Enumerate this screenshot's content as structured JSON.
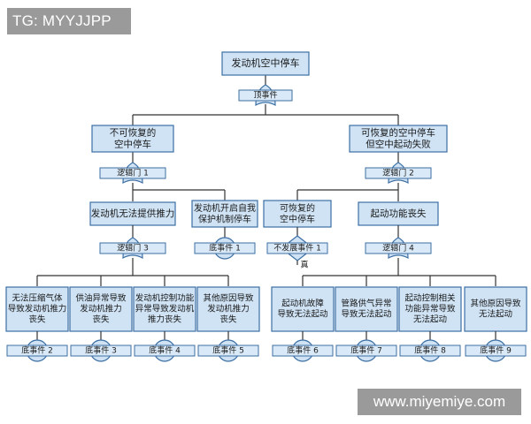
{
  "badge": "TG: MYYJJPP",
  "watermark": "www.miyemiye.com",
  "colors": {
    "box_fill": "#cfe3f5",
    "box_stroke": "#3d6fa3",
    "line": "#333333",
    "band_fill": "#d9e9f7"
  },
  "tree": {
    "top_event": "发动机空中停车",
    "top_label": "顶事件",
    "left_branch": {
      "lines": [
        "不可恢复的",
        "空中停车"
      ],
      "gate": "逻辑门 1"
    },
    "right_branch": {
      "lines": [
        "可恢复的空中停车",
        "但空中起动失败"
      ],
      "gate": "逻辑门 2"
    },
    "mid_nodes": [
      {
        "lines": [
          "发动机无法提供推力"
        ],
        "gate": "逻辑门 3"
      },
      {
        "lines": [
          "发动机开启自我",
          "保护机制停车"
        ],
        "basic": "底事件 1"
      },
      {
        "lines": [
          "可恢复的",
          "空中停车"
        ],
        "undeveloped": "不发展事件 1",
        "note": "真"
      },
      {
        "lines": [
          "起动功能丧失"
        ],
        "gate": "逻辑门 4"
      }
    ],
    "leaves": [
      {
        "lines": [
          "无法压缩气体",
          "导致发动机推力",
          "丧失"
        ],
        "basic": "底事件 2"
      },
      {
        "lines": [
          "供油异常导致",
          "发动机推力",
          "丧失"
        ],
        "basic": "底事件 3"
      },
      {
        "lines": [
          "发动机控制功能",
          "异常导致发动机",
          "推力丧失"
        ],
        "basic": "底事件 4"
      },
      {
        "lines": [
          "其他原因导致",
          "发动机推力",
          "丧失"
        ],
        "basic": "底事件 5"
      },
      {
        "lines": [
          "起动机故障",
          "导致无法起动"
        ],
        "basic": "底事件 6"
      },
      {
        "lines": [
          "管路供气异常",
          "导致无法起动"
        ],
        "basic": "底事件 7"
      },
      {
        "lines": [
          "起动控制相关",
          "功能异常导致",
          "无法起动"
        ],
        "basic": "底事件 8"
      },
      {
        "lines": [
          "其他原因导致",
          "无法起动"
        ],
        "basic": "底事件 9"
      }
    ]
  }
}
